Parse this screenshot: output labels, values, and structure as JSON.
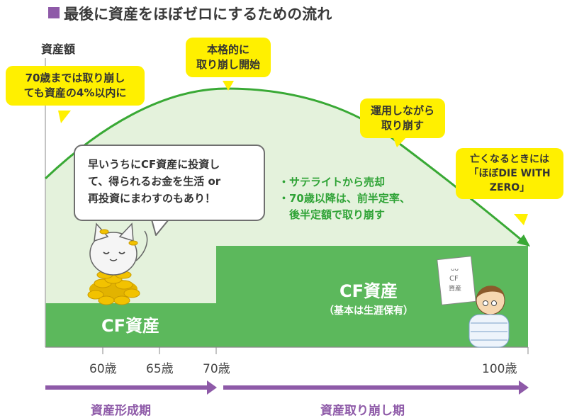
{
  "title": "最後に資産をほぼゼロにするための流れ",
  "y_axis_label": "資産額",
  "callouts": {
    "before70": [
      "70歳までは取り崩し",
      "ても資産の4%以内に"
    ],
    "full_start": [
      "本格的に",
      "取り崩し開始"
    ],
    "while_investing": [
      "運用しながら",
      "取り崩す"
    ],
    "die_with_zero": [
      "亡くなるときには",
      "「ほぼDIE WITH",
      "ZERO」"
    ]
  },
  "speech": [
    "早いうちにCF資産に投資し",
    "て、得られるお金を生活 or",
    "再投資にまわすのもあり！"
  ],
  "bullets": [
    "・サテライトから売却",
    "・70歳以降は、前半定率、",
    "　後半定額で取り崩す"
  ],
  "cf_left": "CF資産",
  "cf_right": "CF資産",
  "cf_right_note": "（基本は生涯保有）",
  "ticks": [
    "60歳",
    "65歳",
    "70歳",
    "100歳"
  ],
  "phases": [
    "資産形成期",
    "資産取り崩し期"
  ],
  "colors": {
    "curve": "#39a935",
    "curve_fill": "#e4f2dc",
    "cf_block": "#5cb85c",
    "callout": "#fff000",
    "phase": "#8e5aa8"
  }
}
